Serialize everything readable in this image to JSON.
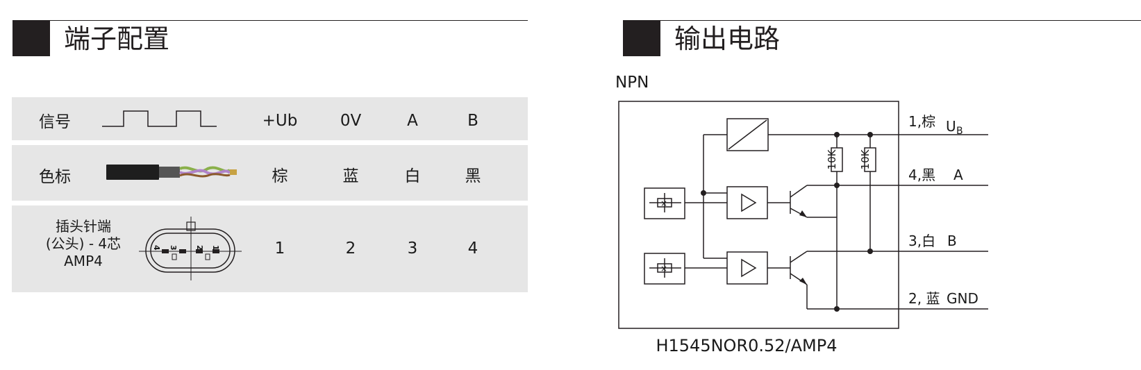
{
  "left_section": {
    "title": "端子配置"
  },
  "right_section": {
    "title": "输出电路"
  },
  "table": {
    "rows": [
      {
        "label": "信号",
        "values": [
          "+Ub",
          "0V",
          "A",
          "B"
        ]
      },
      {
        "label": "色标",
        "values": [
          "棕",
          "蓝",
          "白",
          "黑"
        ]
      },
      {
        "label_lines": [
          "插头针端",
          "(公头) - 4芯",
          "AMP4"
        ],
        "values": [
          "1",
          "2",
          "3",
          "4"
        ]
      }
    ],
    "connector_pins": [
      "4",
      "3",
      "2",
      "1"
    ]
  },
  "circuit": {
    "type_label": "NPN",
    "resistor_labels": [
      "10K",
      "10K"
    ],
    "outputs": [
      {
        "label": "1,棕",
        "signal": "U",
        "subscript": "B"
      },
      {
        "label": "4,黑",
        "signal": "A"
      },
      {
        "label": "3,白",
        "signal": "B"
      },
      {
        "label": "2, 蓝",
        "signal": "GND"
      }
    ],
    "model": "H1545NOR0.52/AMP4"
  },
  "colors": {
    "header_block": "#231f20",
    "row_background": "#e6e6e6",
    "line": "#231f20",
    "cable_jacket": "#1e1e1e",
    "wire_colors": [
      "#8b5a2b",
      "#6c7fc4",
      "#f5f5f5",
      "#2a2a2a",
      "#8ab04a",
      "#c7a243"
    ]
  }
}
